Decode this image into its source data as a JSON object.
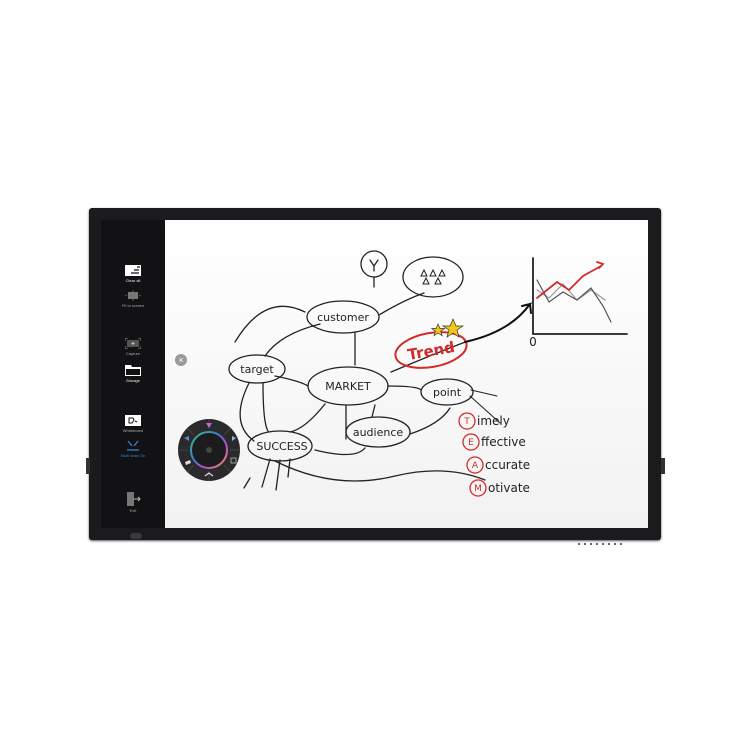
{
  "sidebar": {
    "items": [
      {
        "label": "Clear all",
        "icon": "clear-all-icon"
      },
      {
        "label": "Fit to screen",
        "icon": "fit-to-screen-icon"
      },
      {
        "label": "Capture",
        "icon": "capture-icon"
      },
      {
        "label": "Storage",
        "icon": "folder-icon"
      },
      {
        "label": "Whiteboard",
        "icon": "whiteboard-icon"
      },
      {
        "label": "Multi draw On",
        "icon": "multi-draw-icon"
      },
      {
        "label": "Exit",
        "icon": "exit-icon"
      }
    ]
  },
  "close_label": "×",
  "whiteboard": {
    "nodes": {
      "customer": "customer",
      "market": "MARKET",
      "target": "target",
      "success": "SUCCESS",
      "audience": "audience",
      "trend": "Trend",
      "point": "point"
    },
    "acronym": [
      {
        "letter": "T",
        "rest": "imely"
      },
      {
        "letter": "E",
        "rest": "ffective"
      },
      {
        "letter": "A",
        "rest": "ccurate"
      },
      {
        "letter": "M",
        "rest": "otivate"
      }
    ],
    "chart_origin_label": "0"
  },
  "colors": {
    "bezel": "#1b1b1d",
    "sidebar": "#121214",
    "accent_red": "#d42a2a",
    "star": "#f5c518",
    "multi_draw_blue": "#3a7fd0"
  }
}
